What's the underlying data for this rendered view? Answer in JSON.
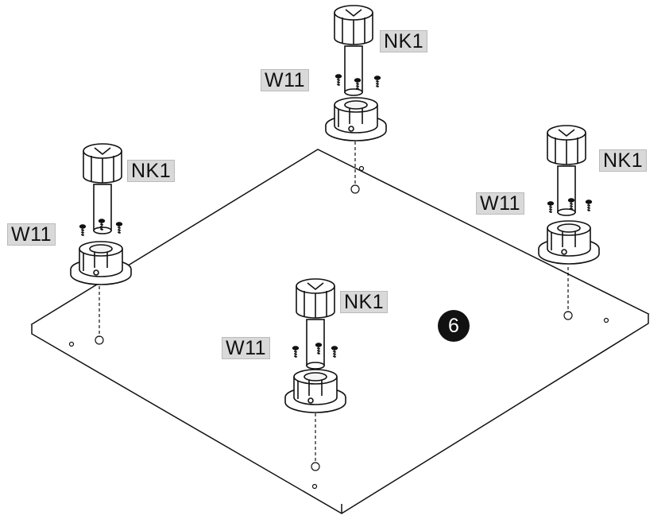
{
  "step": {
    "number": "6"
  },
  "labels": {
    "leg_label": "NK1",
    "screw_label": "W11"
  },
  "colors": {
    "line": "#111111",
    "label_bg": "#d9d9d9"
  }
}
